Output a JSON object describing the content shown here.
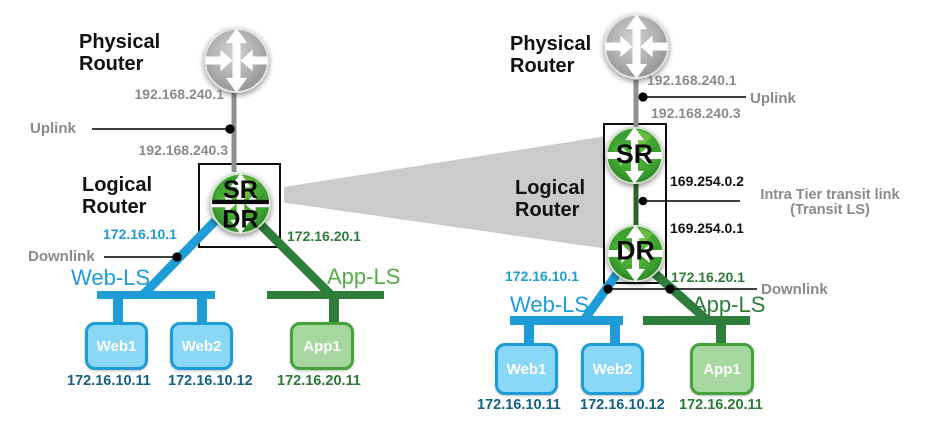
{
  "colors": {
    "web_blue": "#1E9CD7",
    "web_box_fill": "#8BD7F6",
    "web_ip_text": "#136083",
    "app_green_dark": "#2E7D3B",
    "app_green_light": "#57AC49",
    "app_box_fill": "#A5D79E",
    "app_box_border": "#46A33C",
    "app_ip_text": "#2A7A35",
    "gray_label": "#8A8A8A",
    "router_gray_wire": "#909090",
    "transit_green_wire": "#2C632C",
    "zoom_cone_gray": "#CBCBCB",
    "black": "#111111"
  },
  "left_diagram": {
    "physical_router_title": "Physical\nRouter",
    "physical_uplink_ip": "192.168.240.1",
    "uplink_label": "Uplink",
    "logical_uplink_ip": "192.168.240.3",
    "logical_router_title": "Logical\nRouter",
    "sr_label": "SR",
    "dr_label": "DR",
    "web_gateway_ip": "172.16.10.1",
    "app_gateway_ip": "172.16.20.1",
    "downlink_label": "Downlink",
    "web_ls_label": "Web-LS",
    "app_ls_label": "App-LS",
    "web_vms": [
      {
        "name": "Web1",
        "ip": "172.16.10.11"
      },
      {
        "name": "Web2",
        "ip": "172.16.10.12"
      }
    ],
    "app_vms": [
      {
        "name": "App1",
        "ip": "172.16.20.11"
      }
    ]
  },
  "right_diagram": {
    "physical_router_title": "Physical\nRouter",
    "physical_uplink_ip": "192.168.240.1",
    "uplink_label": "Uplink",
    "logical_uplink_ip": "192.168.240.3",
    "logical_router_title": "Logical\nRouter",
    "sr_label": "SR",
    "dr_label": "DR",
    "sr_transit_ip": "169.254.0.2",
    "dr_transit_ip": "169.254.0.1",
    "transit_link_label": "Intra Tier transit link\n(Transit LS)",
    "web_gateway_ip": "172.16.10.1",
    "app_gateway_ip": "172.16.20.1",
    "downlink_label": "Downlink",
    "web_ls_label": "Web-LS",
    "app_ls_label": "App-LS",
    "web_vms": [
      {
        "name": "Web1",
        "ip": "172.16.10.11"
      },
      {
        "name": "Web2",
        "ip": "172.16.10.12"
      }
    ],
    "app_vms": [
      {
        "name": "App1",
        "ip": "172.16.20.11"
      }
    ]
  }
}
